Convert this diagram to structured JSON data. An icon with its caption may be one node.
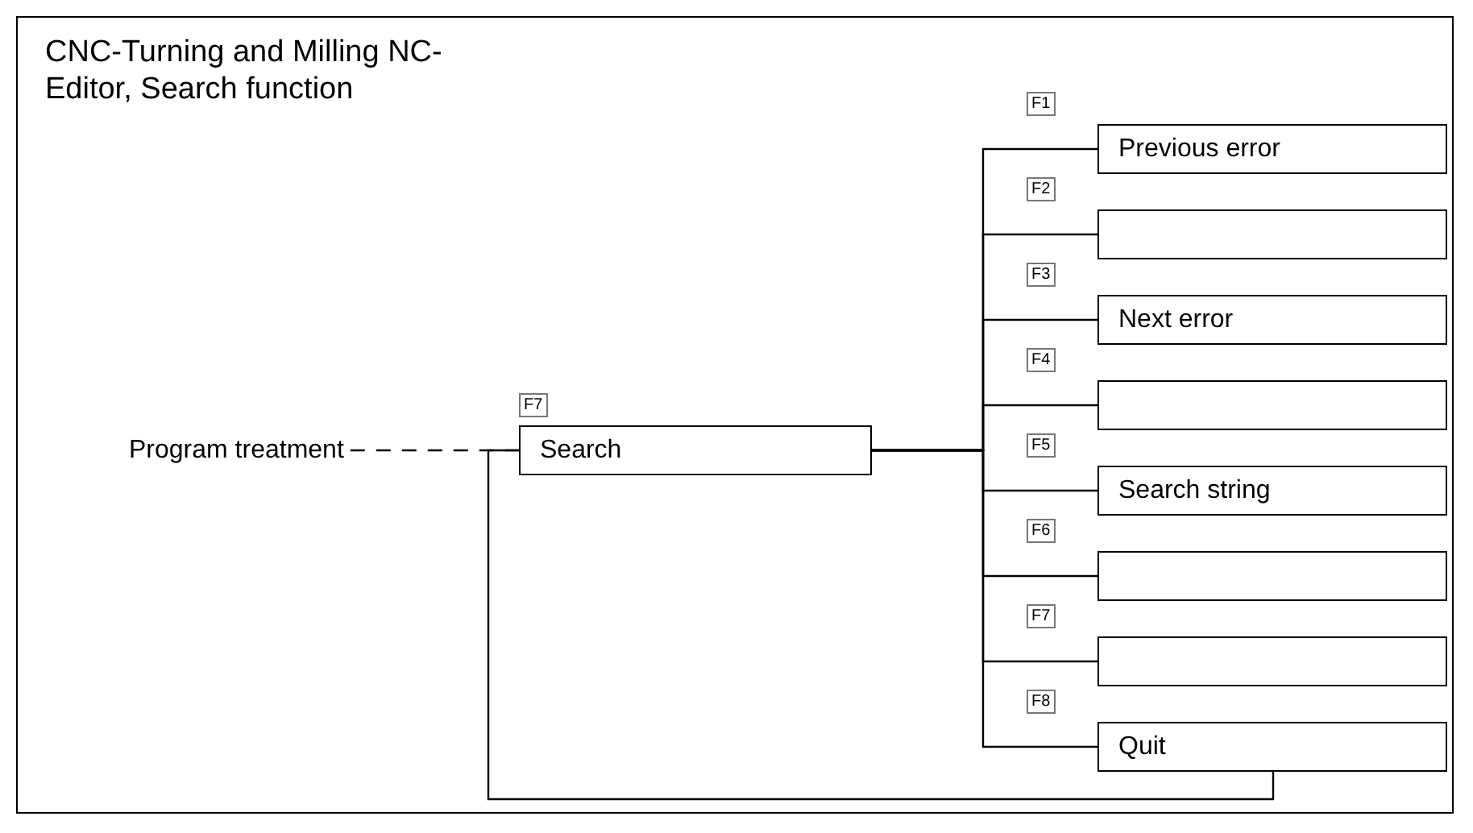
{
  "diagram": {
    "title": "CNC-Turning and Milling NC-Editor, Search function",
    "nodes": [
      {
        "text": [
          "Program treatment"
        ]
      },
      {
        "text": [
          "Search"
        ],
        "beside": [
          "F7"
        ]
      },
      {
        "text": [
          "Previous error"
        ],
        "beside": [
          "F1"
        ]
      },
      {
        "text": [],
        "shape": "box",
        "beside": [
          "F2"
        ]
      },
      {
        "text": [
          "Next error"
        ],
        "beside": [
          "F3"
        ]
      },
      {
        "text": [],
        "shape": "box",
        "beside": [
          "F4"
        ]
      },
      {
        "text": [
          "Search string"
        ],
        "beside": [
          "F5"
        ]
      },
      {
        "text": [],
        "shape": "box",
        "beside": [
          "F6"
        ]
      },
      {
        "text": [],
        "shape": "box",
        "beside": [
          "F7"
        ]
      },
      {
        "text": [
          "Quit"
        ],
        "beside": [
          "F8"
        ]
      }
    ],
    "edges": [
      {
        "from": 0,
        "to": 1,
        "arrow": "none",
        "style": "dashed"
      },
      {
        "from": 1,
        "to": 2,
        "arrow": "none"
      },
      {
        "from": 1,
        "to": 3,
        "arrow": "none"
      },
      {
        "from": 1,
        "to": 4,
        "arrow": "none"
      },
      {
        "from": 1,
        "to": 5,
        "arrow": "none"
      },
      {
        "from": 1,
        "to": 6,
        "arrow": "none"
      },
      {
        "from": 1,
        "to": 7,
        "arrow": "none"
      },
      {
        "from": 1,
        "to": 8,
        "arrow": "none"
      },
      {
        "from": 1,
        "to": 9,
        "arrow": "none"
      },
      {
        "from": 9,
        "to": 1,
        "arrow": "none"
      }
    ]
  }
}
